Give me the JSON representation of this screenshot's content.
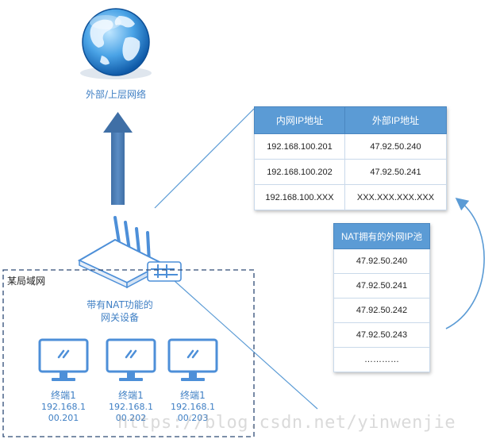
{
  "internet": {
    "label": "外部/上层网络",
    "icon": "globe-icon"
  },
  "router": {
    "icon": "router-icon",
    "gateway_label_line1": "带有NAT功能的",
    "gateway_label_line2": "网关设备"
  },
  "lan": {
    "title": "某局域网",
    "terminals": [
      {
        "name": "终端1",
        "ip_line1": "192.168.1",
        "ip_line2": "00.201"
      },
      {
        "name": "终端1",
        "ip_line1": "192.168.1",
        "ip_line2": "00.202"
      },
      {
        "name": "终端1",
        "ip_line1": "192.168.1",
        "ip_line2": "00.203"
      }
    ]
  },
  "nat_table": {
    "headers": [
      "内网IP地址",
      "外部IP地址"
    ],
    "rows": [
      [
        "192.168.100.201",
        "47.92.50.240"
      ],
      [
        "192.168.100.202",
        "47.92.50.241"
      ],
      [
        "192.168.100.XXX",
        "XXX.XXX.XXX.XXX"
      ]
    ]
  },
  "ip_pool": {
    "header": "NAT拥有的外网IP池",
    "items": [
      "47.92.50.240",
      "47.92.50.241",
      "47.92.50.242",
      "47.92.50.243",
      "…………"
    ]
  },
  "watermark": "https://blog.csdn.net/yinwenjie",
  "colors": {
    "accent": "#5b9bd5",
    "label_blue": "#3f7fc4",
    "arrow": "#4a7ab0",
    "line": "#5b9bd5"
  }
}
